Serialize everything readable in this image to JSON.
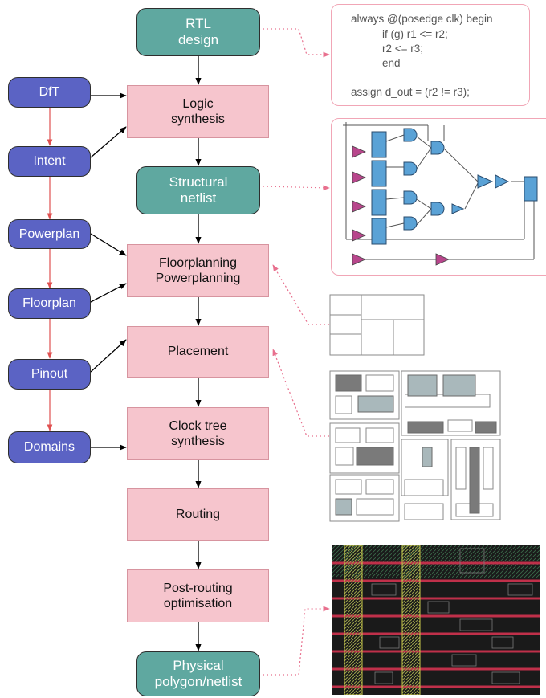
{
  "flow": {
    "rtl_design": [
      "RTL",
      "design"
    ],
    "logic_synthesis": [
      "Logic",
      "synthesis"
    ],
    "structural_netlist": [
      "Structural",
      "netlist"
    ],
    "floorplanning": [
      "Floorplanning",
      "Powerplanning"
    ],
    "placement": [
      "Placement"
    ],
    "clock_tree": [
      "Clock tree",
      "synthesis"
    ],
    "routing": [
      "Routing"
    ],
    "post_routing": [
      "Post-routing",
      "optimisation"
    ],
    "physical": [
      "Physical",
      "polygon/netlist"
    ]
  },
  "inputs": {
    "dft": "DfT",
    "intent": "Intent",
    "powerplan": "Powerplan",
    "floorplan": "Floorplan",
    "pinout": "Pinout",
    "domains": "Domains"
  },
  "code_lines": [
    "always @(posedge clk) begin",
    "    if (g) r1 <= r2;",
    "    r2 <= r3;",
    "    end",
    "",
    "assign d_out = (r2 != r3);"
  ],
  "colors": {
    "teal": "#5fa8a0",
    "pink": "#f6c5cd",
    "blue": "#5b63c4",
    "flow_arrow": "#000000",
    "input_arrow": "#e05050",
    "dotted_link": "#e8708e"
  }
}
